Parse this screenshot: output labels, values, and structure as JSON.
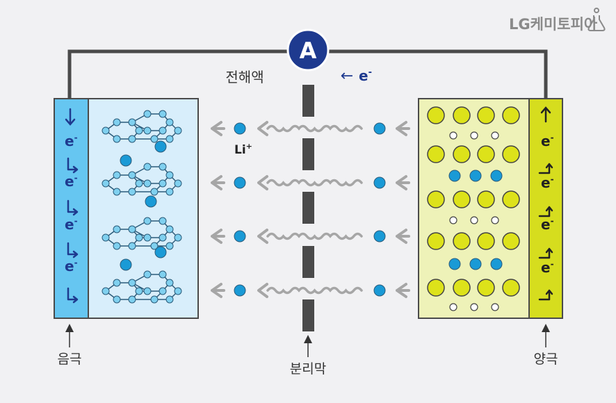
{
  "brand": {
    "name": "LG케미토피아"
  },
  "ammeter": {
    "symbol": "A"
  },
  "electrolyte": {
    "label": "전해액"
  },
  "electron_flow": {
    "arrow": "←",
    "label": "e",
    "charge": "-"
  },
  "ion": {
    "label": "Li",
    "charge": "+"
  },
  "electron_label": {
    "text": "e",
    "charge": "-"
  },
  "anode": {
    "label": "음극"
  },
  "cathode": {
    "label": "양극"
  },
  "separator": {
    "label": "분리막"
  },
  "colors": {
    "wire": "#4a4a4a",
    "ammeter": "#1e3a8f",
    "anode_collector": "#66c6f1",
    "anode_body": "#d8eefb",
    "cathode_collector": "#d6dd1e",
    "cathode_body": "#eef2b8",
    "li_ion": "#1a9ad6",
    "cathode_atom": "#dde21a",
    "arrow_gray": "#a6a6a6",
    "separator": "#4a4a4a",
    "electron_text": "#1e3a8f"
  }
}
